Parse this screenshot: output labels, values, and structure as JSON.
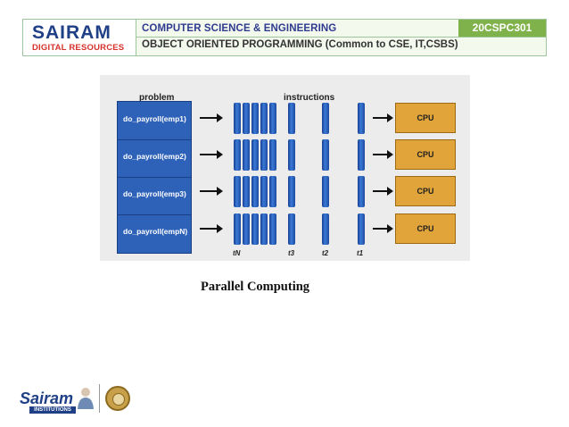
{
  "header": {
    "logo_main": "SAIRAM",
    "logo_sub": "DIGITAL RESOURCES",
    "department": "COMPUTER SCIENCE & ENGINEERING",
    "course_code": "20CSPC301",
    "course_title": "OBJECT ORIENTED PROGRAMMING (Common to CSE, IT,CSBS)"
  },
  "figure": {
    "problem_heading": "problem",
    "instructions_heading": "instructions",
    "tasks": [
      "do_payroll(emp1)",
      "do_payroll(emp2)",
      "do_payroll(emp3)",
      "do_payroll(empN)"
    ],
    "cpu_label": "CPU",
    "time_labels": [
      "tN",
      "t3",
      "t2",
      "t1"
    ],
    "colors": {
      "problem_block": "#2e62b8",
      "instruction_bar": "#2a62c2",
      "cpu_block": "#e1a43a"
    }
  },
  "caption": "Parallel Computing",
  "footer": {
    "logo_text": "Sairam",
    "logo_sub": "INSTITUTIONS"
  }
}
